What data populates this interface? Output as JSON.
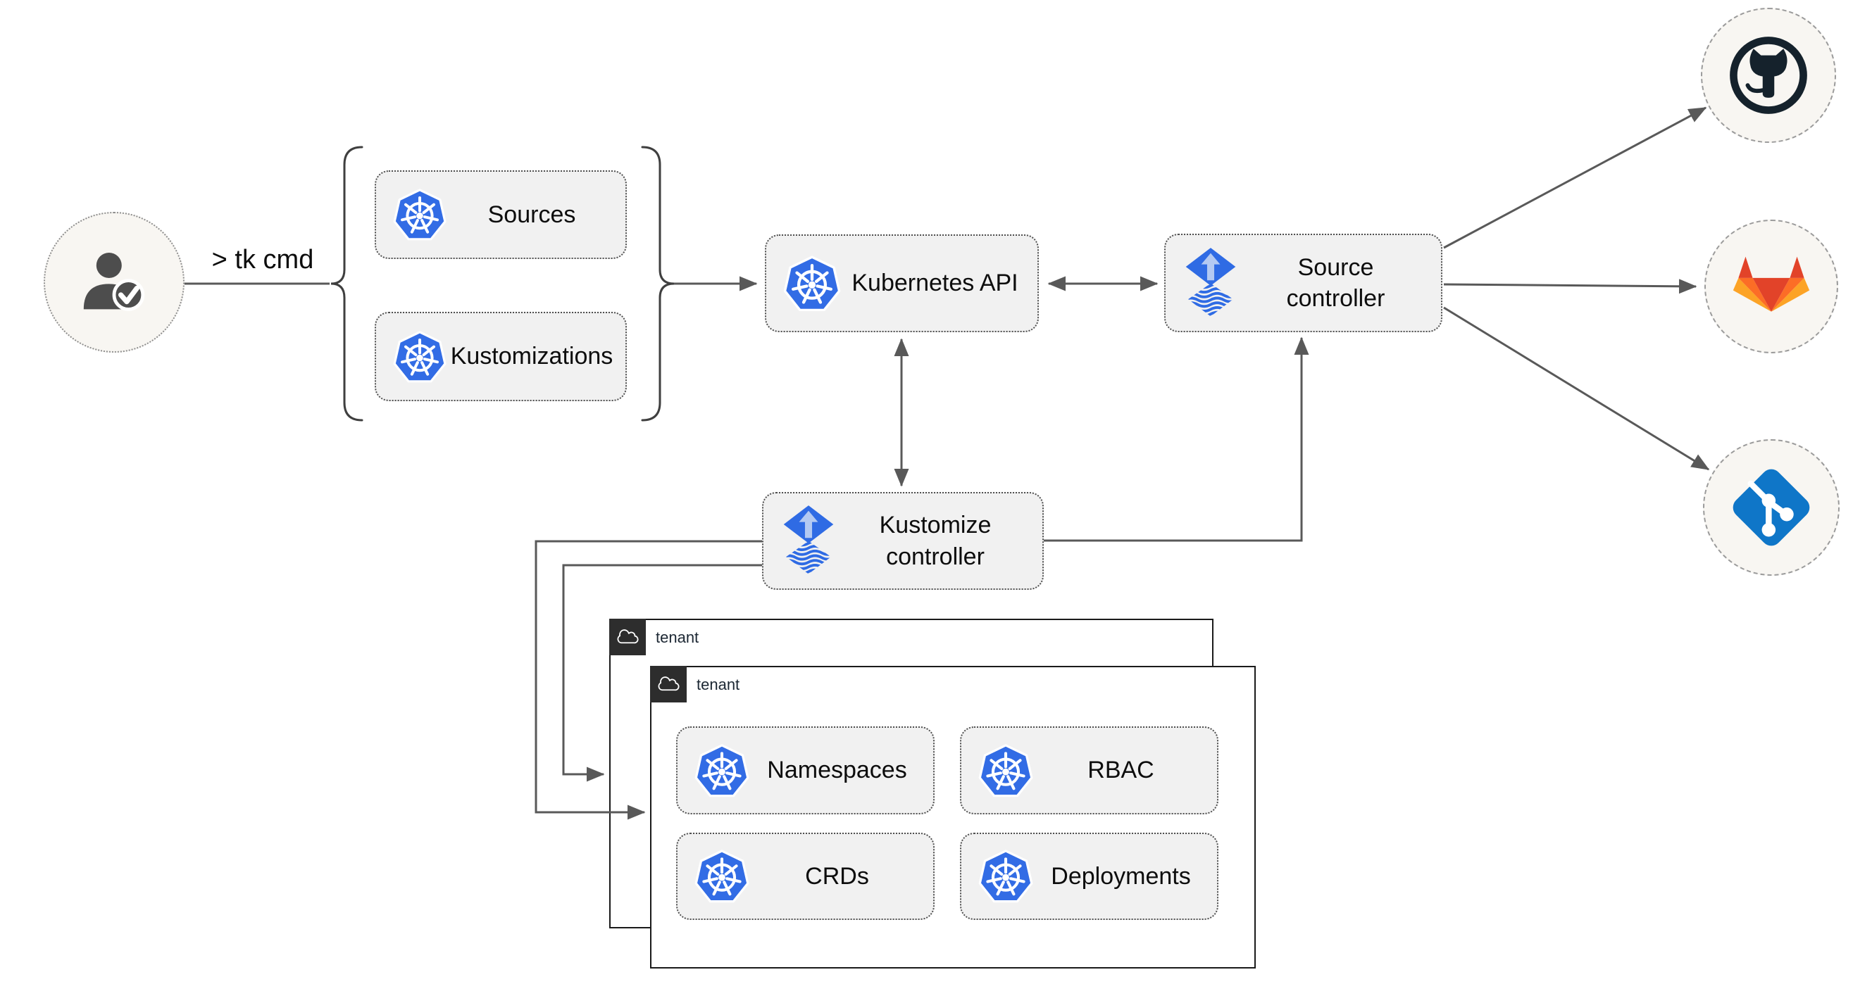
{
  "diagram": {
    "user": {
      "command_label": "> tk cmd"
    },
    "cli_group": {
      "items": [
        {
          "label": "Sources"
        },
        {
          "label": "Kustomizations"
        }
      ]
    },
    "nodes": {
      "kubernetes_api": {
        "label": "Kubernetes API"
      },
      "source_controller": {
        "label": "Source controller"
      },
      "kustomize_controller": {
        "label": "Kustomize controller"
      }
    },
    "tenant_back": {
      "label": "tenant"
    },
    "tenant_front": {
      "label": "tenant",
      "resources": [
        {
          "label": "Namespaces"
        },
        {
          "label": "RBAC"
        },
        {
          "label": "CRDs"
        },
        {
          "label": "Deployments"
        }
      ]
    },
    "git_providers": [
      {
        "name": "GitHub"
      },
      {
        "name": "GitLab"
      },
      {
        "name": "Git"
      }
    ],
    "colors": {
      "kubernetes_blue": "#326CE5",
      "flux_blue": "#2F6BE4",
      "flux_light_arrow": "#B3C9F2",
      "github_dark": "#15222C",
      "gitlab_red": "#E24329",
      "gitlab_orange": "#FC6D26",
      "gitlab_light_orange": "#FCA326",
      "git_blue": "#0F76C8",
      "node_fill": "#F1F1F1",
      "connector_gray": "#595959",
      "tenant_tab_dark": "#2D2D2D",
      "circle_fill": "#F8F6F2"
    }
  }
}
